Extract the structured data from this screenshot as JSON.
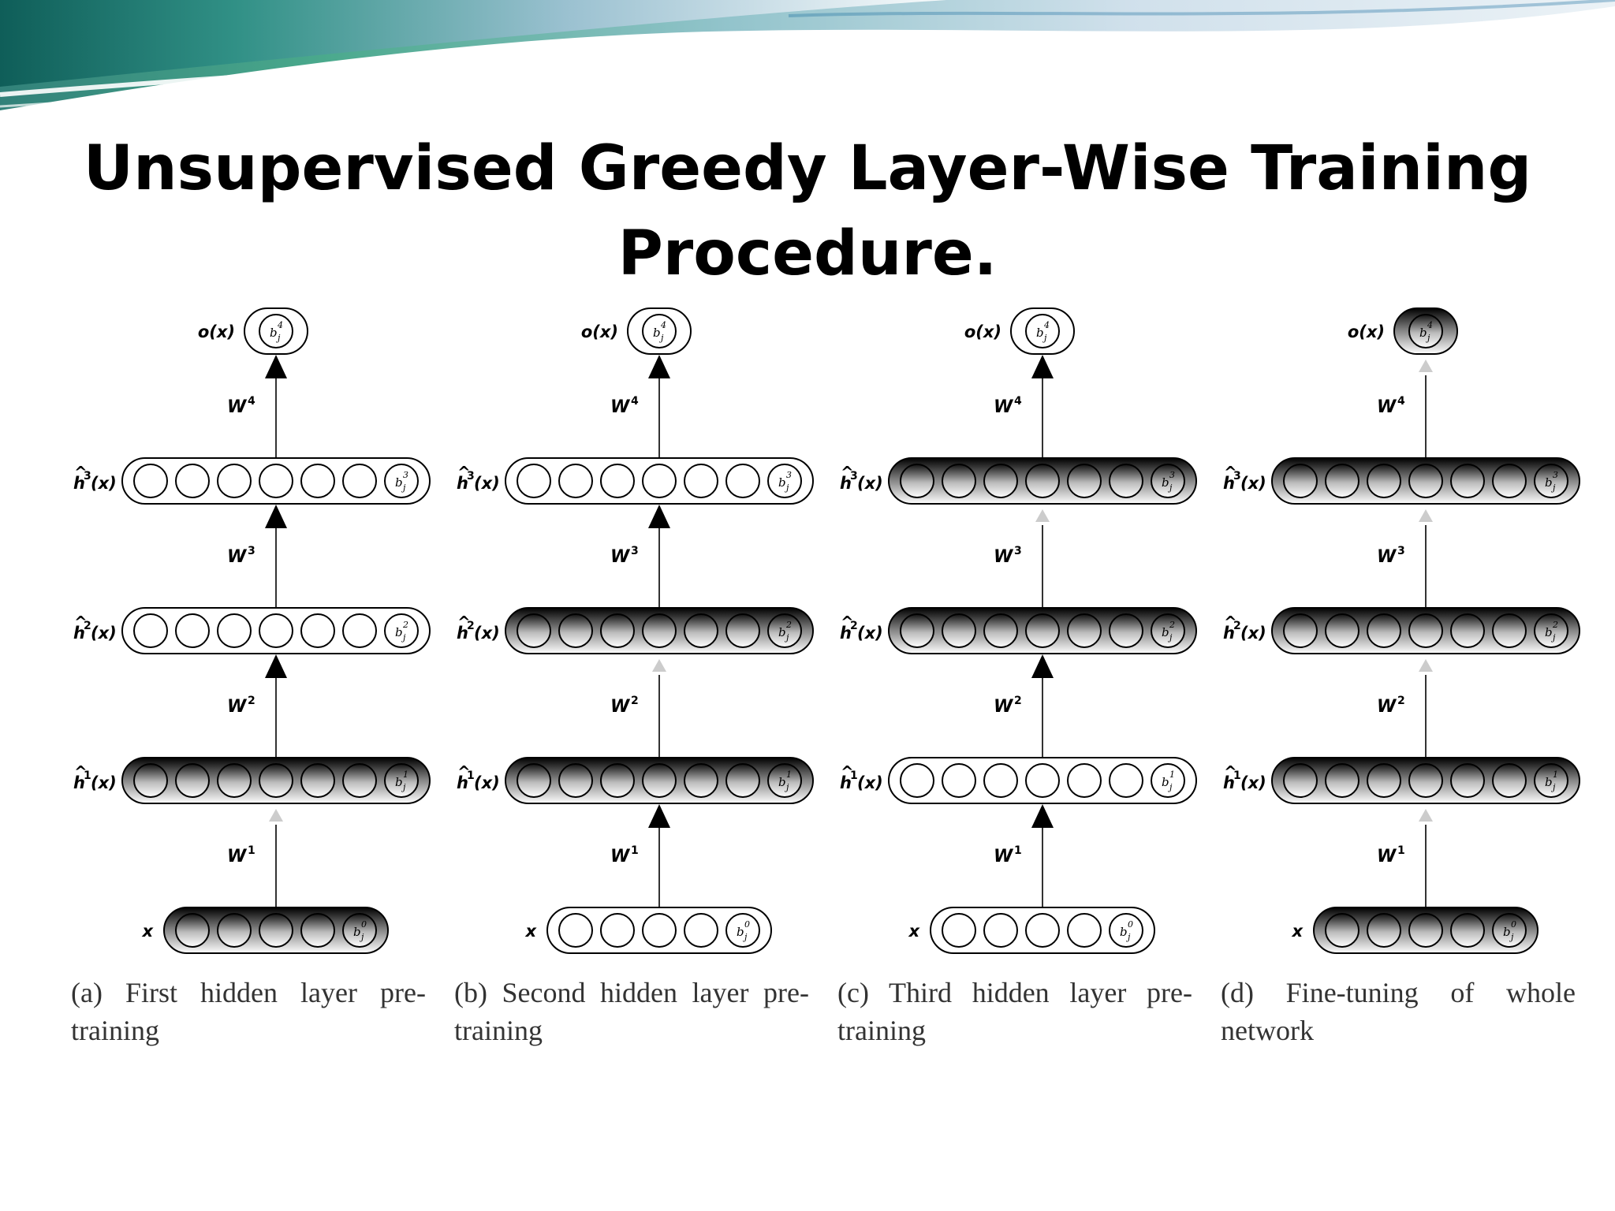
{
  "slide": {
    "title_line1": "Unsupervised Greedy Layer-Wise Training",
    "title_line2": "Procedure."
  },
  "diagram": {
    "output_label": "o(x)",
    "input_label": "x",
    "hidden_labels": [
      "h",
      "h",
      "h"
    ],
    "hidden_superscripts": [
      "1",
      "2",
      "3"
    ],
    "hidden_suffix": "(x)",
    "hat_glyph": "^",
    "weight_letter": "W",
    "weight_superscripts": [
      "1",
      "2",
      "3",
      "4"
    ],
    "bias_letter": "b",
    "bias_subscript": "j",
    "bias_superscripts": [
      "0",
      "1",
      "2",
      "3",
      "4"
    ],
    "panels": [
      {
        "caption": "(a) First hidden layer pre-training",
        "shaded_layers": [
          "x",
          "h1"
        ],
        "active_arrows": [
          "W2",
          "W3",
          "W4"
        ],
        "faint_arrows": [
          "W1"
        ]
      },
      {
        "caption": "(b) Second hidden layer pre-training",
        "shaded_layers": [
          "h1",
          "h2"
        ],
        "active_arrows": [
          "W1",
          "W3",
          "W4"
        ],
        "faint_arrows": [
          "W2"
        ]
      },
      {
        "caption": "(c) Third hidden layer pre-training",
        "shaded_layers": [
          "h2",
          "h3"
        ],
        "active_arrows": [
          "W1",
          "W2",
          "W4"
        ],
        "faint_arrows": [
          "W3"
        ]
      },
      {
        "caption": "(d) Fine-tuning of whole network",
        "shaded_layers": [
          "x",
          "h1",
          "h2",
          "h3",
          "out"
        ],
        "active_arrows": [],
        "faint_arrows": [
          "W1",
          "W2",
          "W3",
          "W4"
        ]
      }
    ]
  },
  "colors": {
    "banner_teal": "#1c8a7e",
    "banner_green": "#3da06a",
    "banner_blue": "#a9c6de",
    "caption_text": "#333333"
  }
}
